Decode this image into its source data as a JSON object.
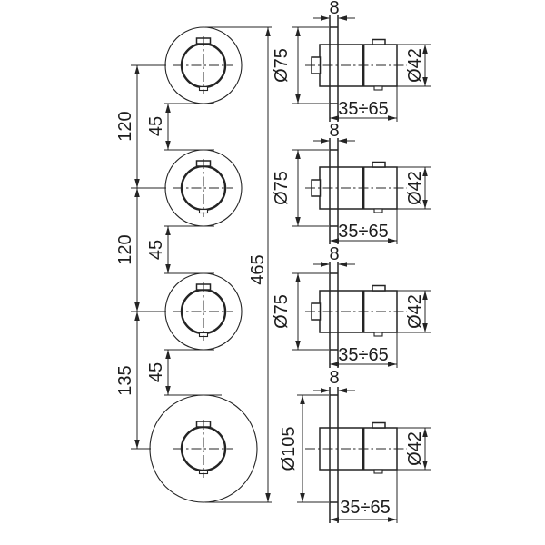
{
  "front_view": {
    "dims": {
      "d120_a": "120",
      "d45_a": "45",
      "d120_b": "120",
      "d45_b": "45",
      "d135": "135",
      "d45_c": "45",
      "d465": "465"
    }
  },
  "side_views": [
    {
      "wall_thickness": "8",
      "plate_diameter": "Ø75",
      "handle_diameter": "Ø42",
      "mounting_depth": "35÷65"
    },
    {
      "wall_thickness": "8",
      "plate_diameter": "Ø75",
      "handle_diameter": "Ø42",
      "mounting_depth": "35÷65"
    },
    {
      "wall_thickness": "8",
      "plate_diameter": "Ø75",
      "handle_diameter": "Ø42",
      "mounting_depth": "35÷65"
    },
    {
      "wall_thickness": "8",
      "plate_diameter": "Ø105",
      "handle_diameter": "Ø42",
      "mounting_depth": "35÷65"
    }
  ],
  "colors": {
    "line": "#242424",
    "background": "#ffffff"
  }
}
